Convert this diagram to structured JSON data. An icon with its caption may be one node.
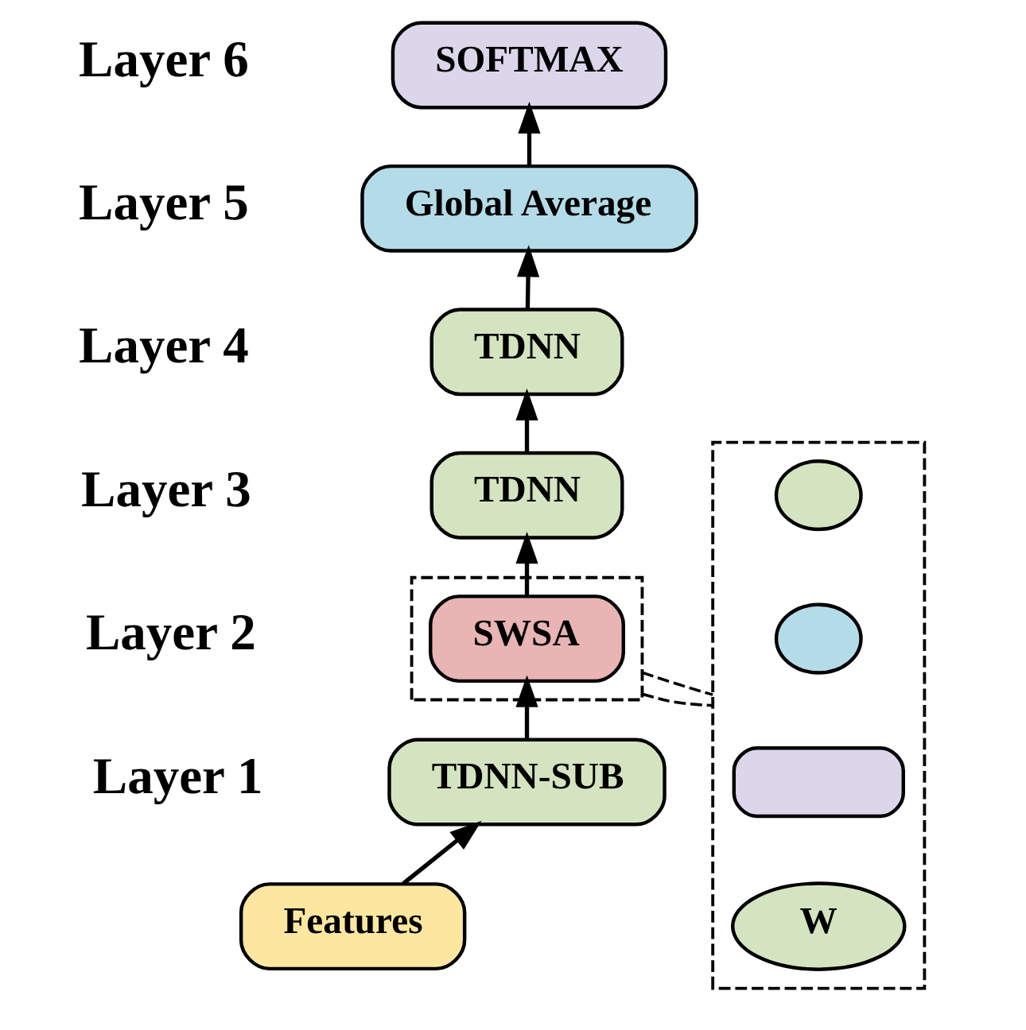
{
  "diagram": {
    "nodes": [
      {
        "text": [
          "SOFTMAX"
        ]
      },
      {
        "text": [
          "Global Average"
        ]
      },
      {
        "text": [
          "TDNN"
        ]
      },
      {
        "text": [
          "TDNN"
        ]
      },
      {
        "text": [],
        "shape": "box"
      },
      {
        "text": [
          "SWSA"
        ],
        "in": 4
      },
      {
        "text": [
          "TDNN-SUB"
        ]
      },
      {
        "text": [
          "Features"
        ]
      },
      {
        "text": [],
        "shape": "box"
      },
      {
        "text": [],
        "shape": "circle",
        "in": 8
      },
      {
        "text": [],
        "shape": "circle",
        "in": 8
      },
      {
        "text": [],
        "shape": "box",
        "in": 8
      },
      {
        "text": [
          "W"
        ],
        "in": 8
      }
    ],
    "edges": [
      {
        "from": 7,
        "to": 6,
        "arrow": "to"
      },
      {
        "from": 6,
        "to": 5,
        "arrow": "to"
      },
      {
        "from": 5,
        "to": 3,
        "arrow": "to"
      },
      {
        "from": 3,
        "to": 2,
        "arrow": "to"
      },
      {
        "from": 2,
        "to": 1,
        "arrow": "to"
      },
      {
        "from": 1,
        "to": 0,
        "arrow": "to"
      },
      {
        "from": 4,
        "to": 8,
        "arrow": "none",
        "style": "dashed"
      },
      {
        "from": 4,
        "to": 8,
        "arrow": "none",
        "style": "dashed"
      }
    ],
    "labels": [
      "Layer 6",
      "Layer 5",
      "Layer 4",
      "Layer 3",
      "Layer 2",
      "Layer 1"
    ]
  }
}
